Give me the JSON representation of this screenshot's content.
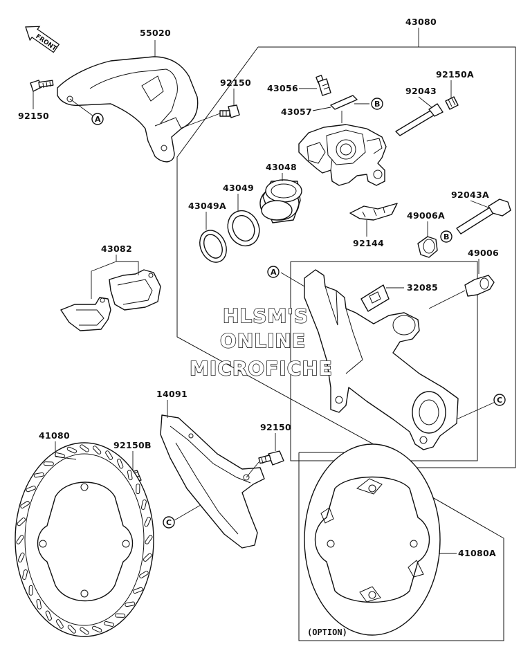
{
  "front_arrow": {
    "label": "FRONT"
  },
  "parts": {
    "p55020": "55020",
    "p92150_tl": "92150",
    "p92150_tr": "92150",
    "p43080": "43080",
    "p43056": "43056",
    "p43057": "43057",
    "p92043": "92043",
    "p92150A": "92150A",
    "p43048": "43048",
    "p43049": "43049",
    "p43049A": "43049A",
    "p92043A": "92043A",
    "p49006A": "49006A",
    "p92144": "92144",
    "p43082": "43082",
    "p49006": "49006",
    "p32085": "32085",
    "p14091": "14091",
    "p92150_mid": "92150",
    "p41080": "41080",
    "p92150B": "92150B",
    "p41080A": "41080A"
  },
  "callouts": {
    "a": "A",
    "b": "B",
    "c": "C"
  },
  "option_label": "(OPTION)",
  "watermark": {
    "line1": "HLSM'S",
    "line2": "ONLINE",
    "line3": "MICROFICHE"
  }
}
